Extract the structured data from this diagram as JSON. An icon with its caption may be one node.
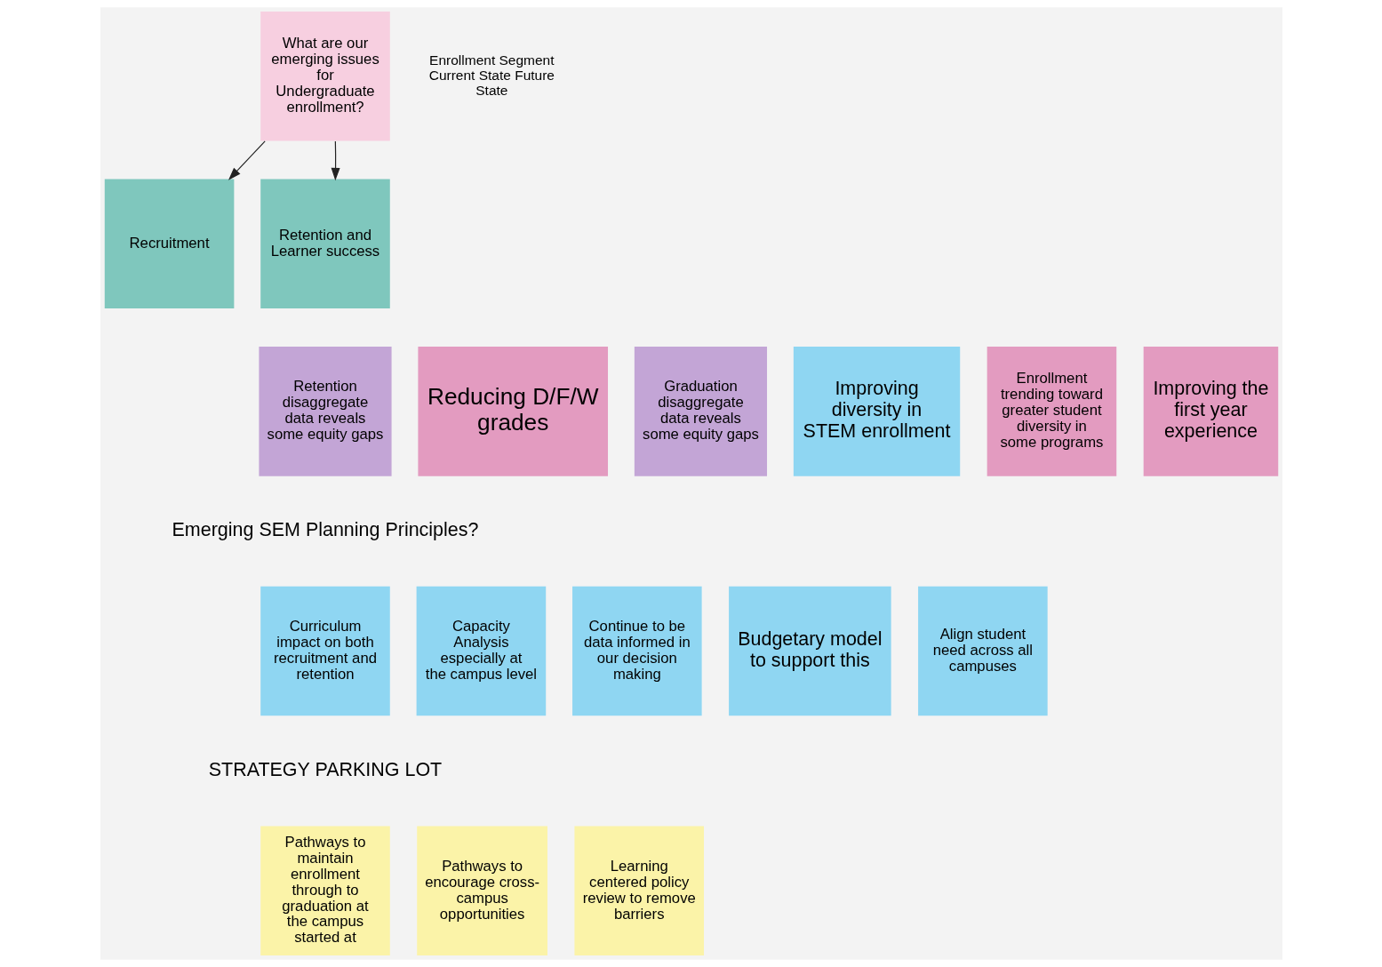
{
  "diagram": {
    "nodes": [
      {
        "text": [
          "What are our emerging issues for Undergraduate enrollment?"
        ]
      },
      {
        "text": [
          "Recruitment"
        ]
      },
      {
        "text": [
          "Retention and Learner success"
        ]
      },
      {
        "text": [
          "Improving the first year experience"
        ]
      },
      {
        "text": [
          "Enrollment trending toward greater student diversity in some programs"
        ]
      },
      {
        "text": [
          "Improving diversity in STEM enrollment"
        ]
      },
      {
        "text": [
          "Retention disaggregate data reveals some equity gaps"
        ]
      },
      {
        "text": [
          "Reducing D/F/W grades"
        ]
      },
      {
        "text": [
          "Graduation disaggregate data reveals some equity gaps"
        ]
      },
      {
        "text": [
          "Align student need across all campuses"
        ]
      },
      {
        "text": [
          "Budgetary model to support this"
        ]
      },
      {
        "text": [
          "Curriculum impact on both recruitment and retention"
        ]
      },
      {
        "text": [
          "Capacity Analysis especially at the campus level"
        ]
      },
      {
        "text": [
          "Continue to be data informed in our decision making"
        ]
      },
      {
        "text": [
          "Learning centered policy review to remove barriers"
        ]
      },
      {
        "text": [
          "Pathways to maintain enrollment through to graduation at the campus started at"
        ]
      },
      {
        "text": [
          "Pathways to encourage cross-campus opportunities"
        ]
      }
    ],
    "edges": [
      {
        "from": 0,
        "to": 1,
        "arrow": "to"
      },
      {
        "from": 0,
        "to": 2,
        "arrow": "to"
      }
    ],
    "labels": [
      "Enrollment Segment Current State Future State",
      "Emerging SEM Planning Principles?",
      "STRATEGY PARKING LOT"
    ]
  }
}
